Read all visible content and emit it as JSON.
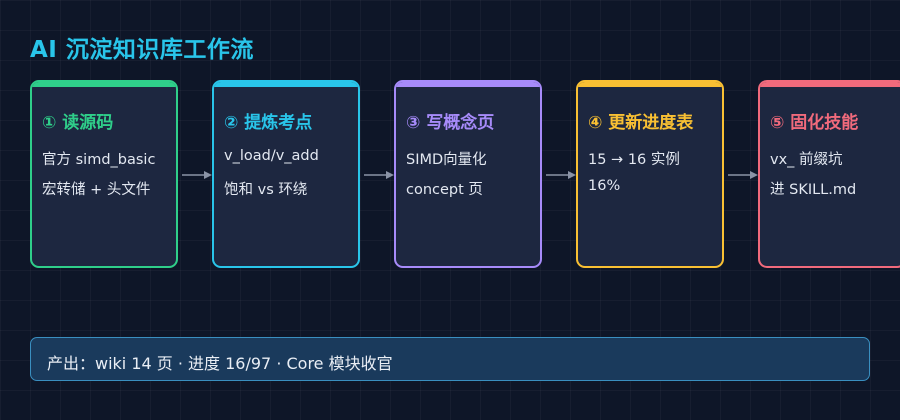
{
  "title": "AI 沉淀知识库工作流",
  "steps": [
    {
      "title": "① 读源码",
      "line1": "官方 simd_basic",
      "line2": "宏转储 + 头文件",
      "color": "#2fcf8a"
    },
    {
      "title": "② 提炼考点",
      "line1": "v_load/v_add",
      "line2": "饱和 vs 环绕",
      "color": "#29c5ea"
    },
    {
      "title": "③ 写概念页",
      "line1": "SIMD向量化",
      "line2": "concept 页",
      "color": "#a78bfa"
    },
    {
      "title": "④ 更新进度表",
      "line1": "15 → 16 实例",
      "line2": "16%",
      "color": "#f9c033"
    },
    {
      "title": "⑤ 固化技能",
      "line1": "vx_ 前缀坑",
      "line2": "进 SKILL.md",
      "color": "#f16a7c"
    }
  ],
  "summary": "产出：wiki 14 页 · 进度 16/97 · Core 模块收官"
}
